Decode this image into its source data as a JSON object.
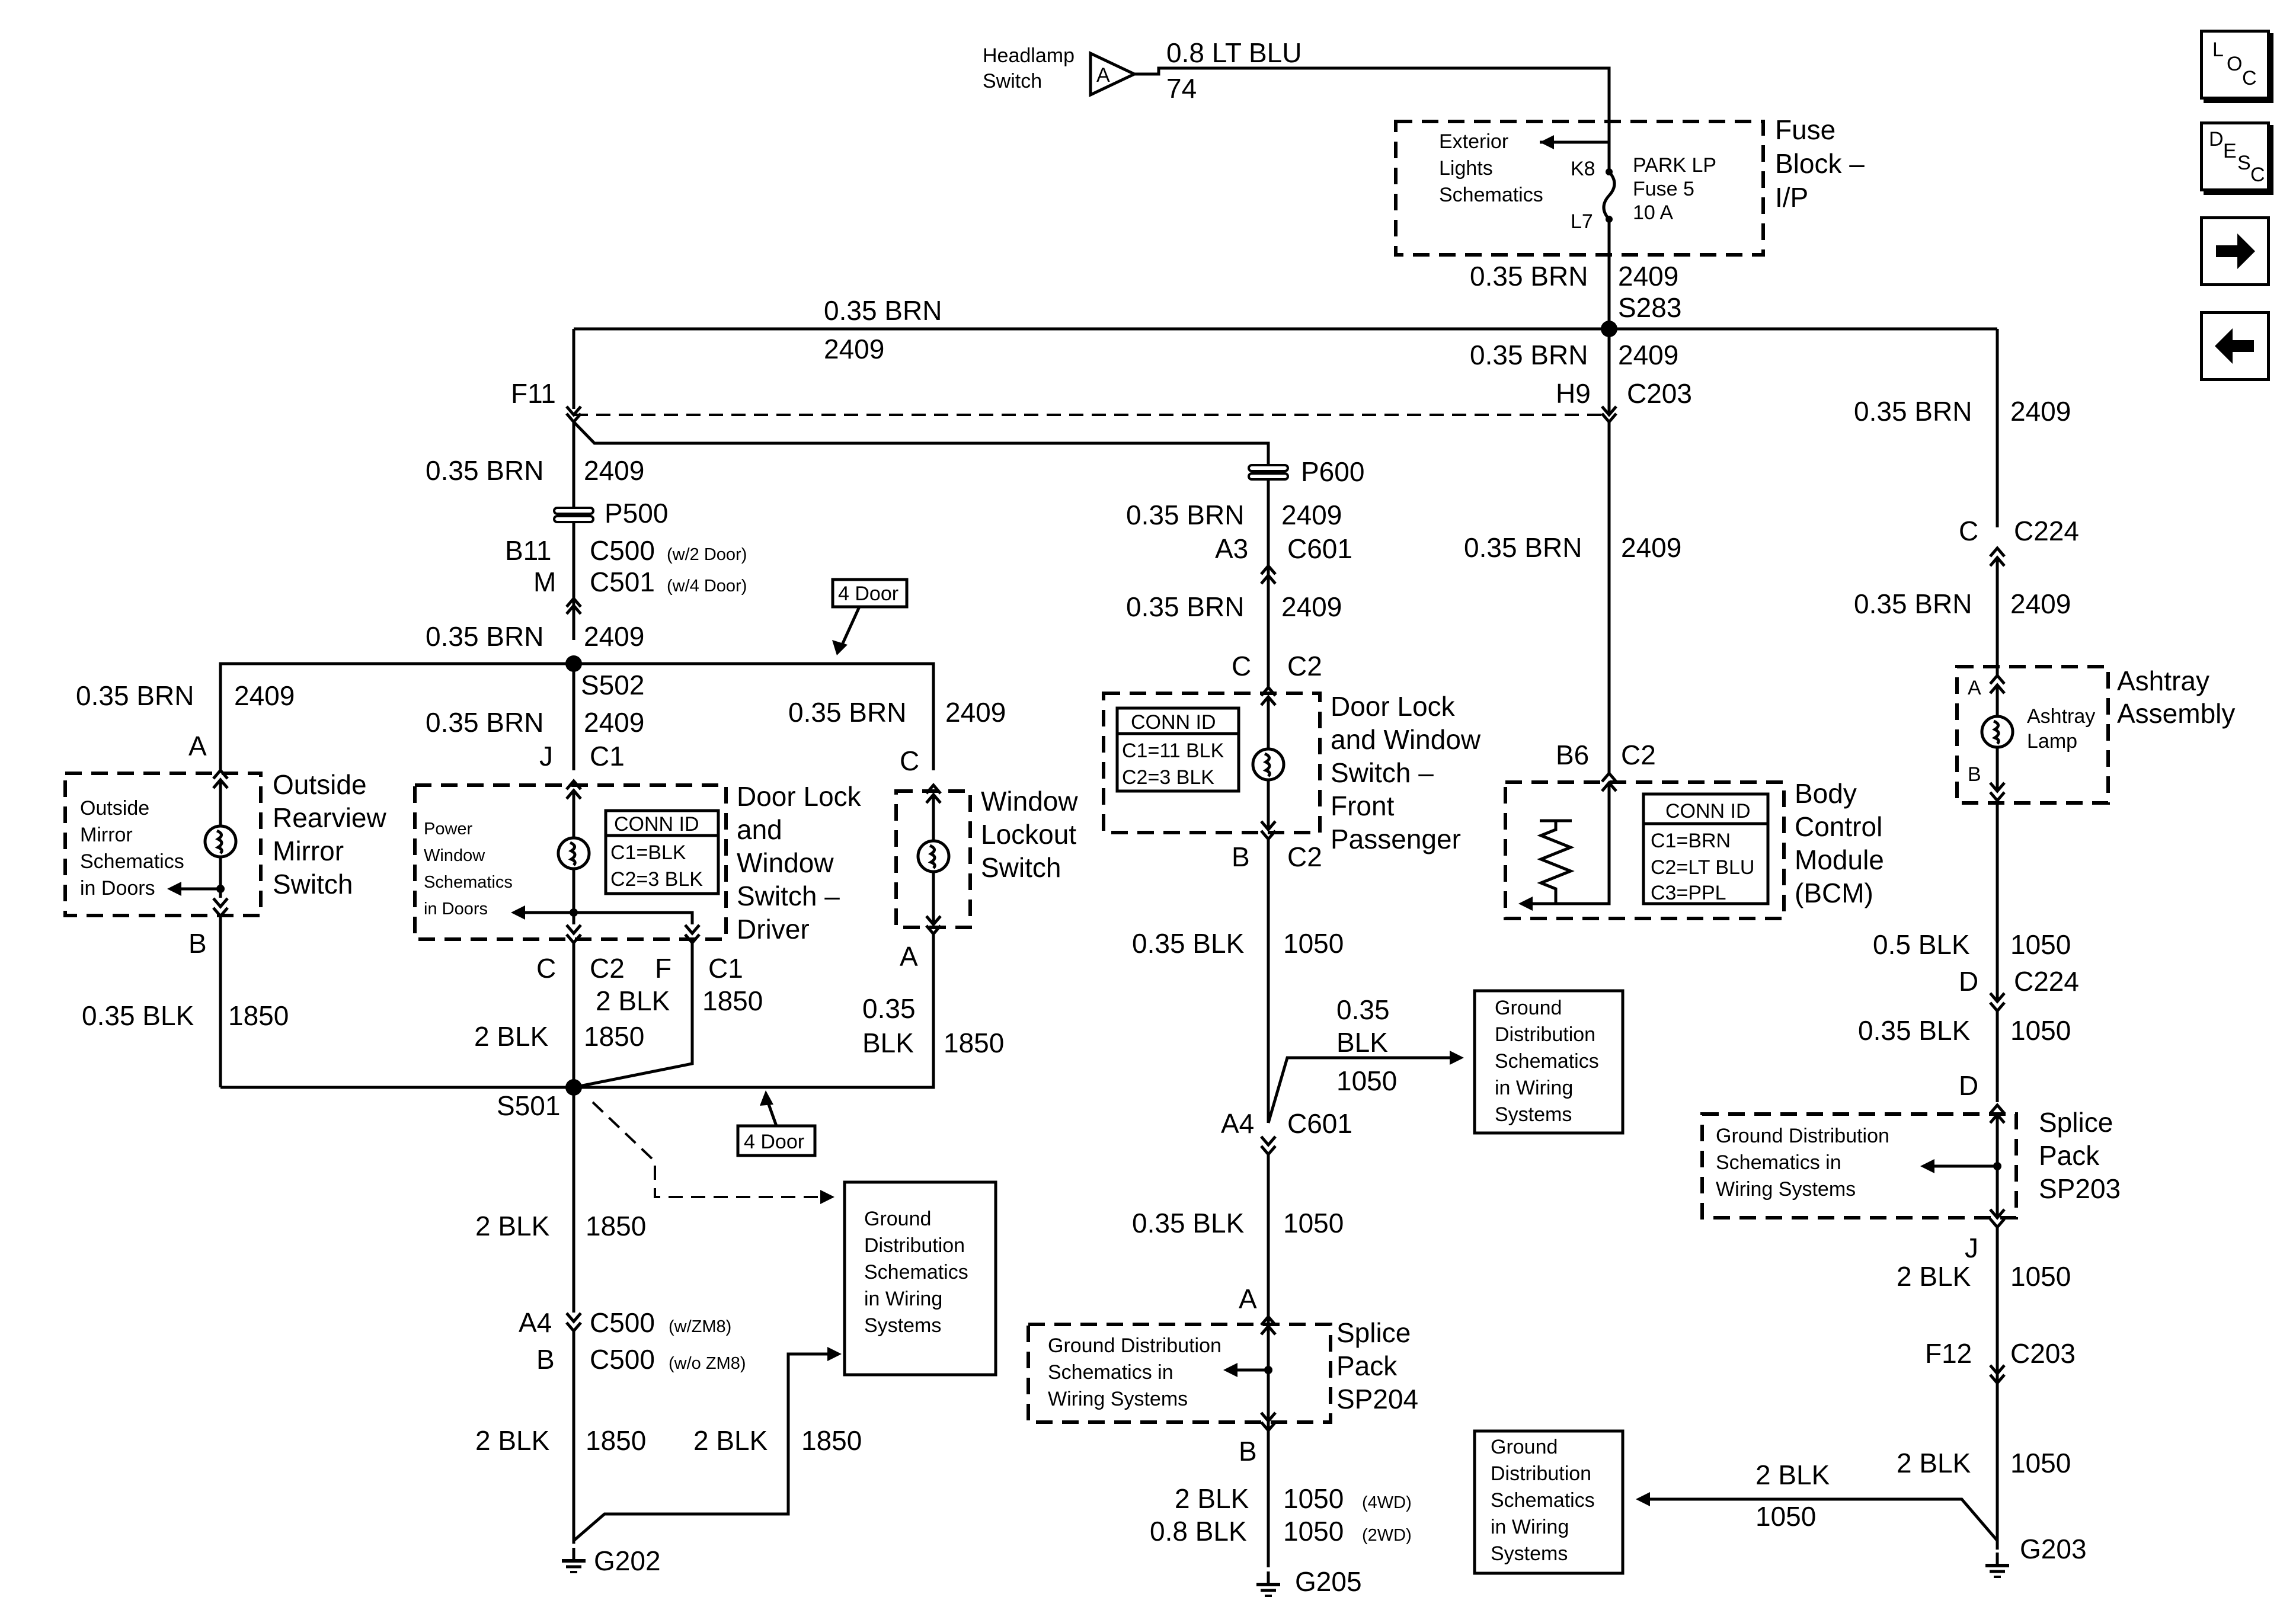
{
  "nav": {
    "loc": [
      "L",
      "O",
      "C"
    ],
    "desc": [
      "D",
      "E",
      "S",
      "C"
    ],
    "forward_icon": "arrow-right-icon",
    "back_icon": "arrow-left-icon"
  },
  "labels": {
    "headlamp_switch": [
      "Headlamp",
      "Switch"
    ],
    "pin_a_top": "A",
    "top_wire": "0.8 LT BLU",
    "top_circuit": "74",
    "fuse_block": [
      "Fuse",
      "Block –",
      "I/P"
    ],
    "ext_lights": [
      "Exterior",
      "Lights",
      "Schematics"
    ],
    "fuse_pin_k8": "K8",
    "fuse_pin_l7": "L7",
    "fuse_name": [
      "PARK LP",
      "Fuse 5",
      "10 A"
    ],
    "w_brn": "0.35 BRN",
    "c_2409": "2409",
    "s283": "S283",
    "h9": "H9",
    "c203": "C203",
    "f11": "F11",
    "p500": "P500",
    "p600": "P600",
    "b11": "B11",
    "m": "M",
    "c500": "C500",
    "c501": "C501",
    "w2door": "(w/2 Door)",
    "w4door": "(w/4 Door)",
    "four_door": "4 Door",
    "s502": "S502",
    "a3": "A3",
    "c601": "C601",
    "c": "C",
    "c2": "C2",
    "c1": "C1",
    "j": "J",
    "a": "A",
    "b": "B",
    "f": "F",
    "d": "D",
    "b6": "B6",
    "c224": "C224",
    "outside_mirror_sch": [
      "Outside",
      "Mirror",
      "Schematics",
      "in Doors"
    ],
    "outside_mirror_switch": [
      "Outside",
      "Rearview",
      "Mirror",
      "Switch"
    ],
    "power_window_sch": [
      "Power",
      "Window",
      "Schematics",
      "in Doors"
    ],
    "conn_id": "CONN ID",
    "driver_conn": [
      "C1=BLK",
      "C2=3 BLK"
    ],
    "driver_switch": [
      "Door Lock",
      "and",
      "Window",
      "Switch –",
      "Driver"
    ],
    "window_lockout": [
      "Window",
      "Lockout",
      "Switch"
    ],
    "pass_conn": [
      "C1=11 BLK",
      "C2=3 BLK"
    ],
    "pass_switch": [
      "Door Lock",
      "and Window",
      "Switch –",
      "Front",
      "Passenger"
    ],
    "bcm_conn": [
      "C1=BRN",
      "C2=LT BLU",
      "C3=PPL"
    ],
    "bcm": [
      "Body",
      "Control",
      "Module",
      "(BCM)"
    ],
    "ashtray_lamp": [
      "Ashtray",
      "Lamp"
    ],
    "ashtray_assembly": [
      "Ashtray",
      "Assembly"
    ],
    "w_blk_035": "0.35 BLK",
    "w_blk_2": "2 BLK",
    "w_blk_05": "0.5 BLK",
    "w_blk_08": "0.8 BLK",
    "w_035": "0.35",
    "w_blk": "BLK",
    "c_1850": "1850",
    "c_1050": "1050",
    "s501": "S501",
    "a4": "A4",
    "wzm8": "(w/ZM8)",
    "wozm8": "(w/o ZM8)",
    "ground_dist": [
      "Ground",
      "Distribution",
      "Schematics",
      "in Wiring",
      "Systems"
    ],
    "ground_dist_inline": [
      "Ground Distribution",
      "Schematics in",
      "Wiring Systems"
    ],
    "ground_dist_inline2": [
      "Ground Distribution",
      "Schematics in",
      "Wiring Systems"
    ],
    "splice_pack_204": [
      "Splice",
      "Pack",
      "SP204"
    ],
    "splice_pack_203": [
      "Splice",
      "Pack",
      "SP203"
    ],
    "g202": "G202",
    "g205": "G205",
    "g203": "G203",
    "f12": "F12",
    "w4wd": "(4WD)",
    "w2wd": "(2WD)"
  }
}
